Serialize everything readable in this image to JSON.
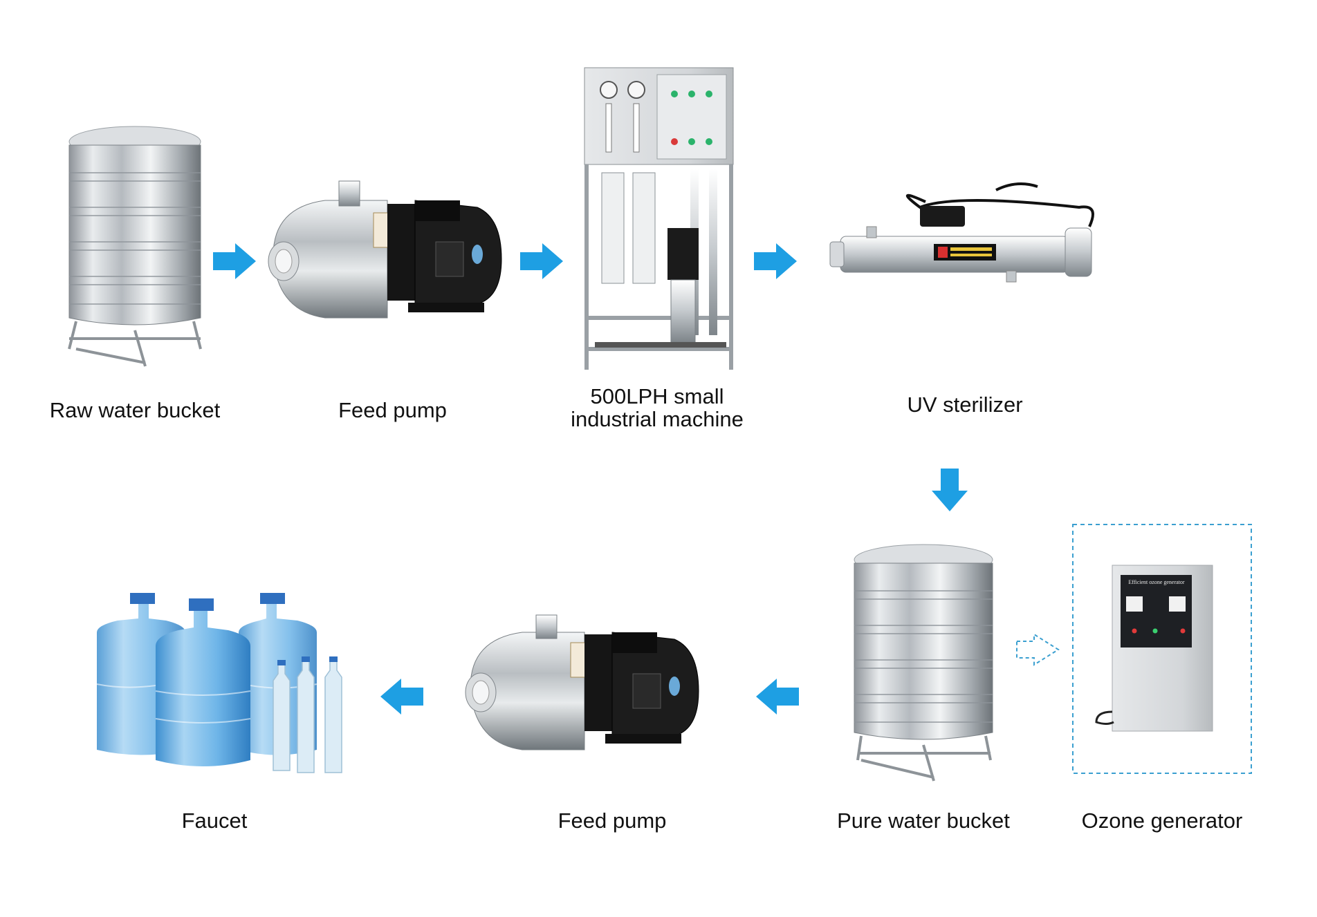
{
  "diagram": {
    "steps": {
      "raw_water_bucket": "Raw water bucket",
      "feed_pump_1": "Feed pump",
      "ro_machine": "500LPH small industrial machine",
      "ro_machine_line1": "500LPH small",
      "ro_machine_line2": "industrial machine",
      "uv_sterilizer": "UV sterilizer",
      "pure_water_bucket": "Pure water bucket",
      "ozone_generator": "Ozone generator",
      "feed_pump_2": "Feed pump",
      "faucet": "Faucet"
    },
    "ozone_panel_title": "Efficient ozone generator"
  },
  "colors": {
    "arrow": "#1e9fe3",
    "steel": "#c9cdd1",
    "steel_dark": "#8b9196",
    "water": "#6fb6e6",
    "dashed_border": "#3a9fd0"
  }
}
